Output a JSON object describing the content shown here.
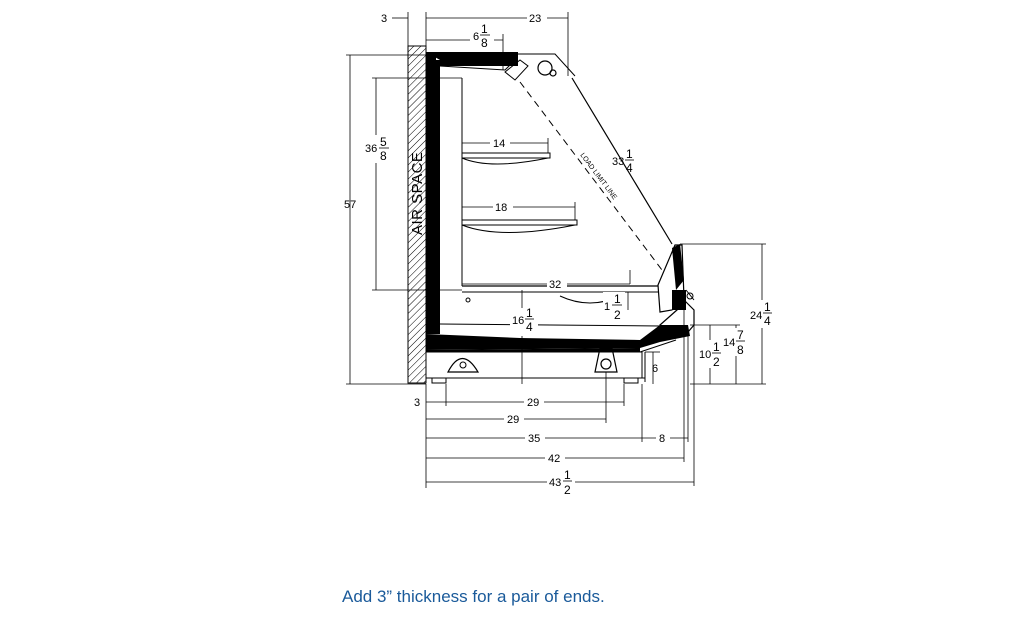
{
  "dims": {
    "top_width": "23",
    "left_gap": "3",
    "canopy_whole": "6",
    "canopy_num": "1",
    "canopy_den": "8",
    "height_57": "57",
    "h36_whole": "36",
    "h36_num": "5",
    "h36_den": "8",
    "shelf_14": "14",
    "shelf_18": "18",
    "deck_32": "32",
    "diag_whole": "33",
    "diag_num": "1",
    "diag_den": "4",
    "h16_whole": "16",
    "h16_num": "1",
    "h16_den": "4",
    "lip_whole": "1",
    "lip_num": "1",
    "lip_den": "2",
    "h24_whole": "24",
    "h24_num": "1",
    "h24_den": "4",
    "h14_whole": "14",
    "h14_num": "7",
    "h14_den": "8",
    "h10_whole": "10",
    "h10_num": "1",
    "h10_den": "2",
    "base_6": "6",
    "bottom_3": "3",
    "w29a": "29",
    "w29b": "29",
    "w35": "35",
    "w8": "8",
    "w42": "42",
    "w43_whole": "43",
    "w43_num": "1",
    "w43_den": "2"
  },
  "labels": {
    "air_space": "AIR SPACE",
    "load_limit": "LOAD LIMIT LINE"
  },
  "note": "Add 3” thickness for a pair of ends."
}
